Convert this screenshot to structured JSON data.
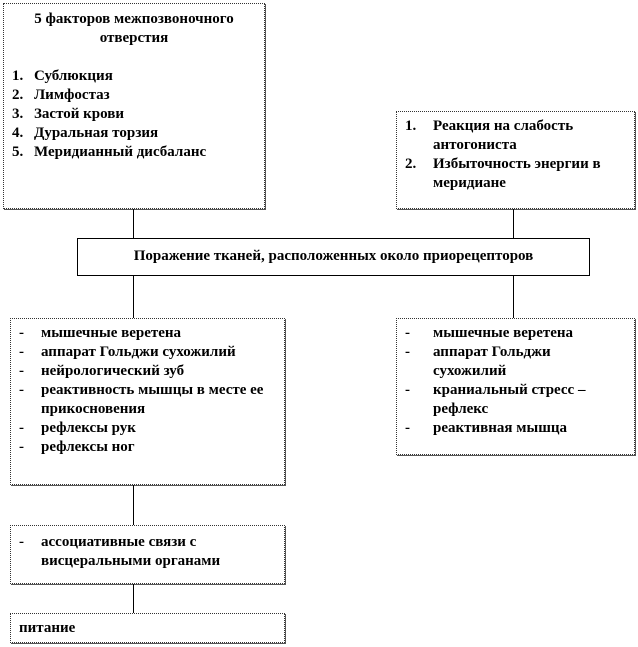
{
  "factors_box": {
    "title": "5 факторов межпозвоночного отверстия",
    "items": [
      "Сублюкция",
      "Лимфостаз",
      "Застой крови",
      "Дуральная торзия",
      "Меридианный дисбаланс"
    ]
  },
  "reaction_box": {
    "items": [
      "Реакция на слабость антогониста",
      "Избыточность энергии в меридиане"
    ]
  },
  "center_box": {
    "label": "Поражение тканей, расположенных около приорецепторов"
  },
  "left_box": {
    "items": [
      "мышечные веретена",
      "аппарат Гольджи сухожилий",
      "нейрологический зуб",
      "реактивность мышцы в месте ее прикосновения",
      "рефлексы рук",
      "рефлексы ног"
    ]
  },
  "right_box": {
    "items": [
      "мышечные веретена",
      "аппарат Гольджи сухожилий",
      "краниальный стресс – рефлекс",
      "реактивная мышца"
    ]
  },
  "assoc_box": {
    "items": [
      "ассоциативные связи с висцеральными органами"
    ]
  },
  "nutrition_box": {
    "label": "питание"
  },
  "bullet": "-"
}
